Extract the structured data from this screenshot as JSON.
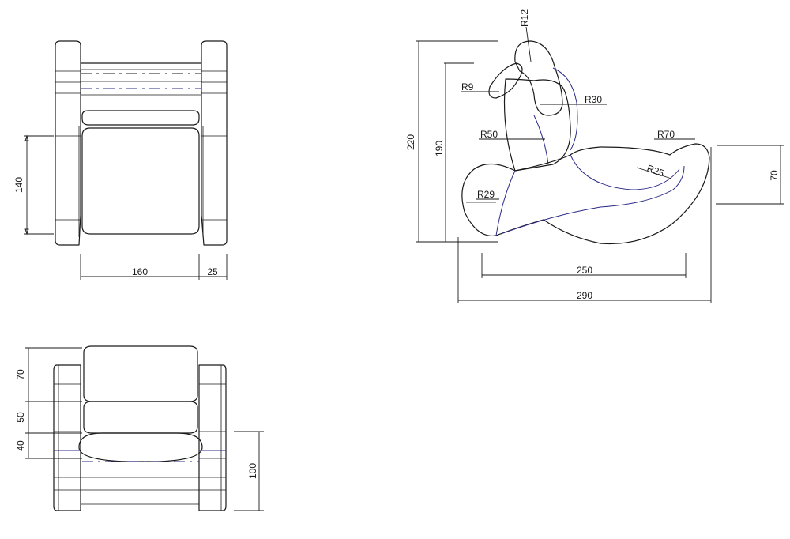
{
  "front_view": {
    "dims": {
      "height": "140",
      "seat_width": "160",
      "arm_width": "25"
    }
  },
  "top_view": {
    "dims": {
      "back": "70",
      "seat_back": "50",
      "cushion": "40",
      "depth": "100"
    }
  },
  "side_view": {
    "dims": {
      "overall_height": "220",
      "back_height": "190",
      "seat_length": "250",
      "overall_length": "290",
      "footrest_height": "70"
    },
    "radii": {
      "head_top": "R12",
      "head_tip": "R9",
      "back_upper": "R30",
      "back_mid": "R50",
      "front_curve": "R70",
      "seat_curve": "R25",
      "rear_curve": "R29"
    }
  }
}
